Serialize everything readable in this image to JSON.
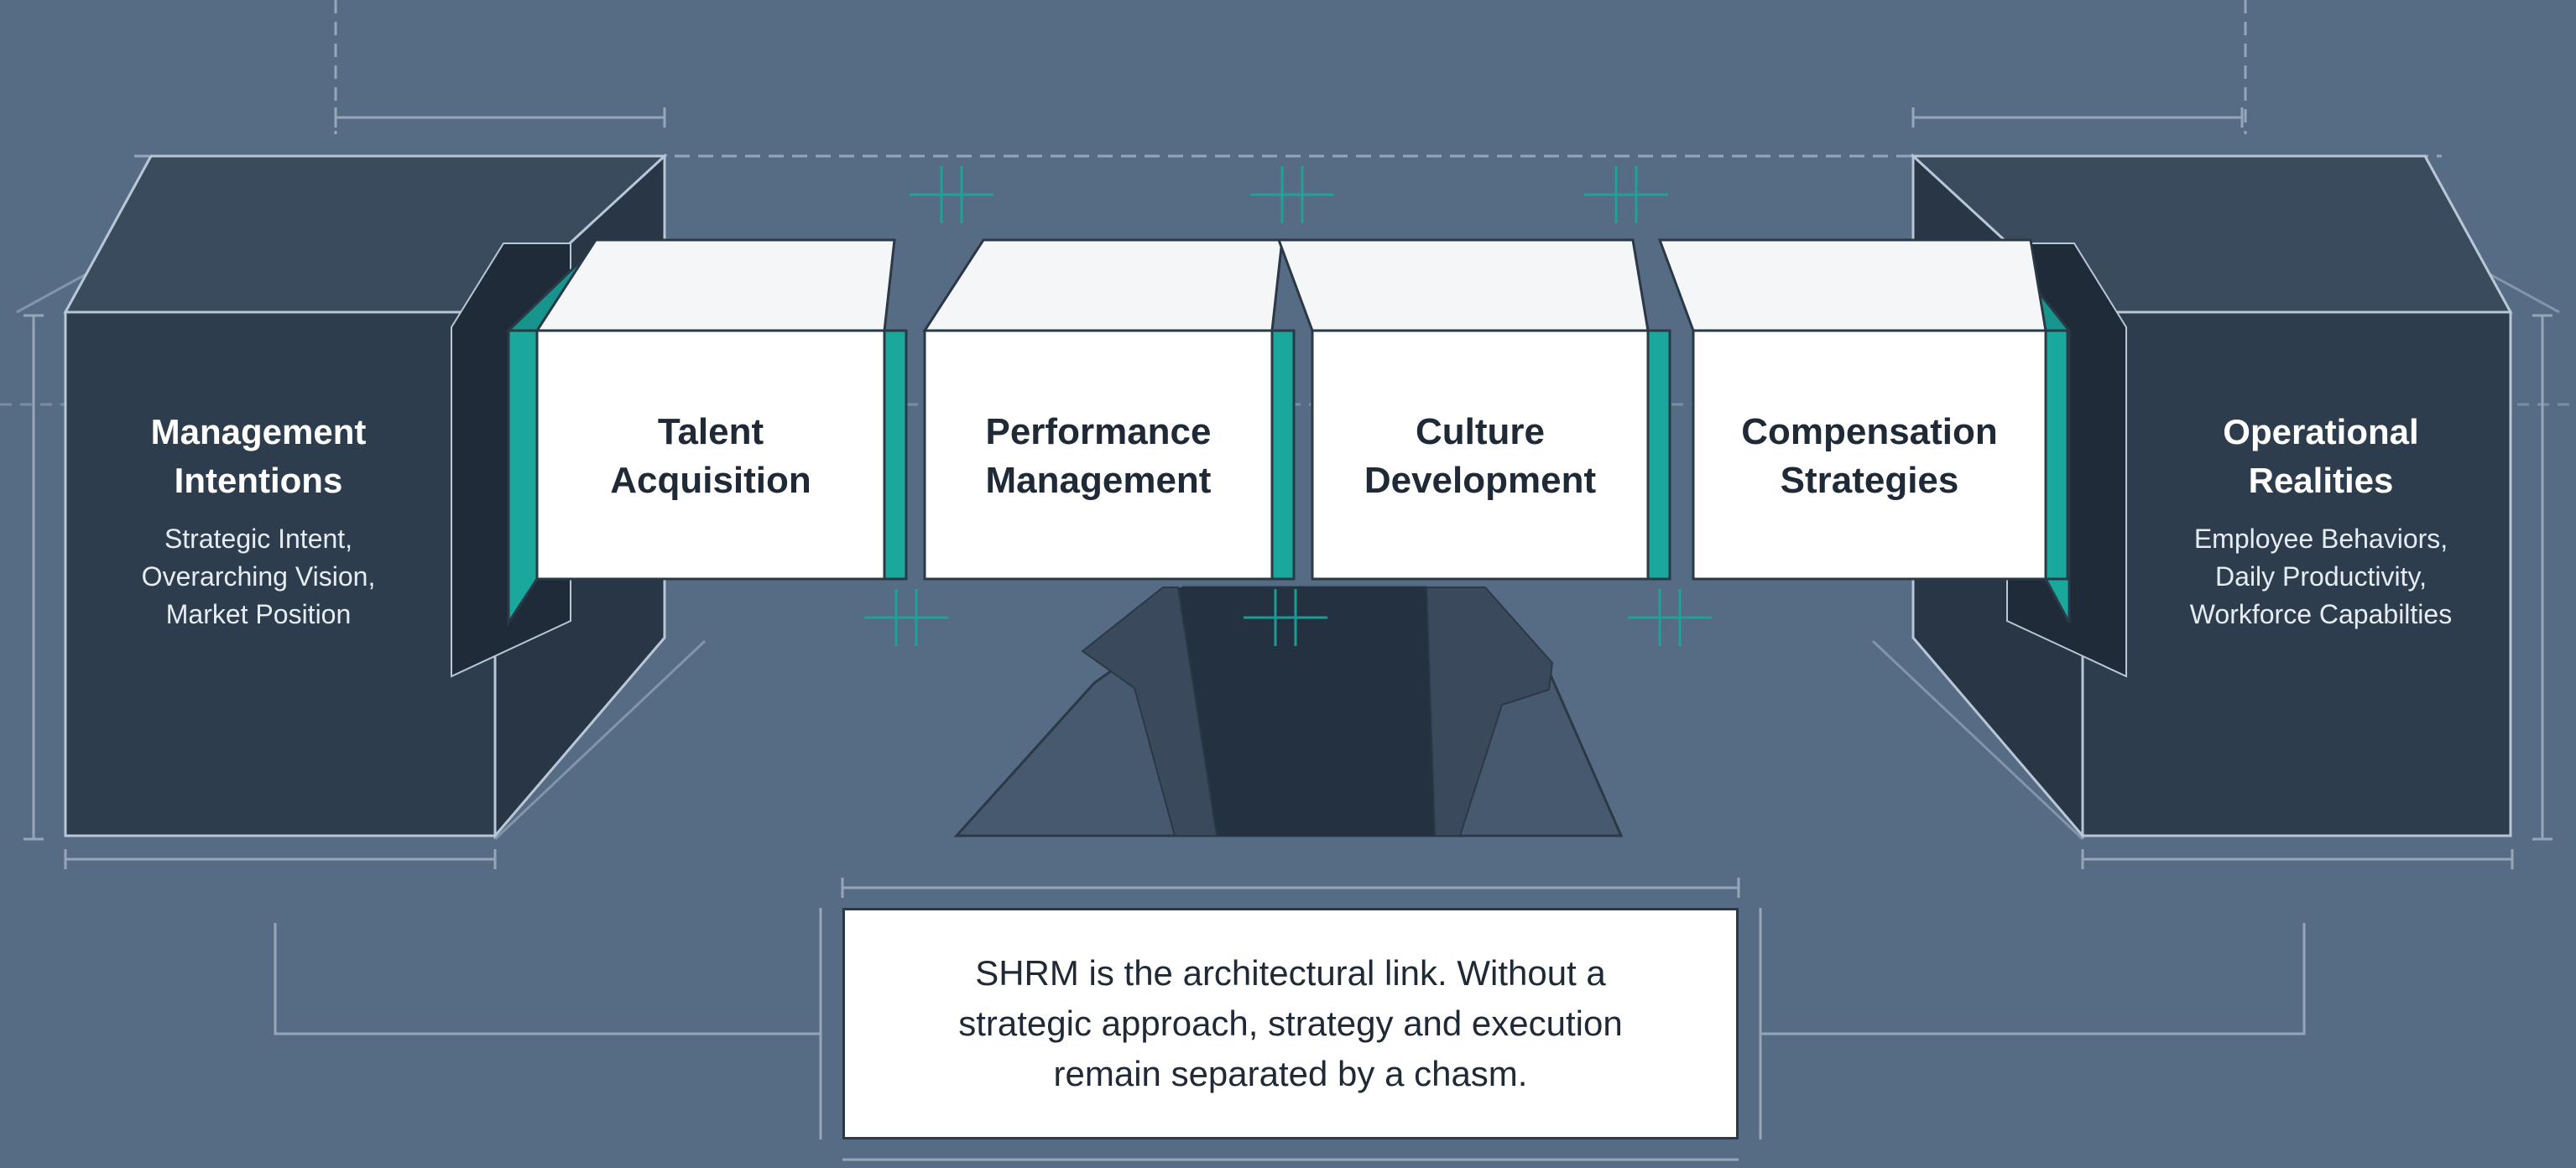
{
  "left_pillar": {
    "title_line1": "Management",
    "title_line2": "Intentions",
    "sub_line1": "Strategic Intent,",
    "sub_line2": "Overarching Vision,",
    "sub_line3": "Market Position"
  },
  "right_pillar": {
    "title_line1": "Operational",
    "title_line2": "Realities",
    "sub_line1": "Employee Behaviors,",
    "sub_line2": "Daily Productivity,",
    "sub_line3": "Workforce Capabilties"
  },
  "bridge_blocks": [
    {
      "line1": "Talent",
      "line2": "Acquisition"
    },
    {
      "line1": "Performance",
      "line2": "Management"
    },
    {
      "line1": "Culture",
      "line2": "Development"
    },
    {
      "line1": "Compensation",
      "line2": "Strategies"
    }
  ],
  "caption": "SHRM is the architectural link. Without a strategic approach, strategy and execution remain separated by a chasm.",
  "colors": {
    "background": "#566c84",
    "pillar_face": "#2e3d4e",
    "pillar_side": "#253341",
    "accent_teal": "#1aa79c",
    "block_face": "#ffffff",
    "block_top": "#f4f6f8",
    "outline": "#2b3846",
    "blueprint_line": "#b8c6d6",
    "chasm_dark": "#233140"
  }
}
